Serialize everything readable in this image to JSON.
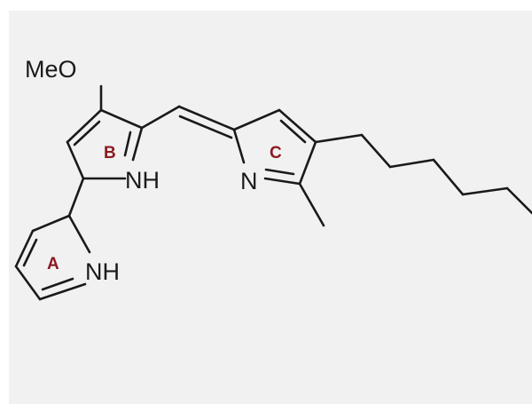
{
  "molecule": {
    "substituents": {
      "methoxy": "MeO"
    },
    "heteroatoms": {
      "ring_b_nh": "NH",
      "ring_a_nh": "NH",
      "ring_c_n": "N"
    },
    "ring_labels": {
      "a": "A",
      "b": "B",
      "c": "C"
    },
    "colors": {
      "bond": "#1a1a1a",
      "ring_label": "#8b1a22",
      "background": "#f1f1f1"
    }
  }
}
